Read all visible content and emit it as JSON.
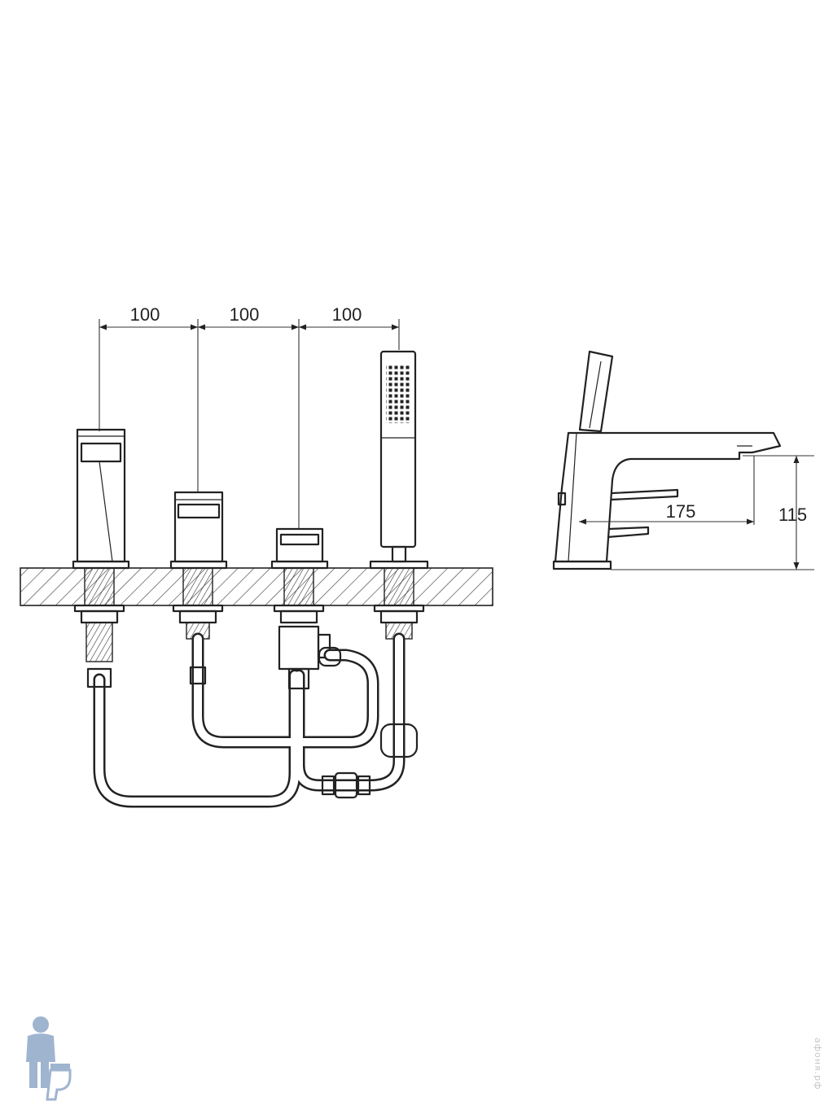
{
  "dimensions": {
    "spacing_1": "100",
    "spacing_2": "100",
    "spacing_3": "100",
    "spout_reach": "175",
    "spout_height": "115"
  },
  "watermark": {
    "text": "афоня.рф"
  },
  "colors": {
    "line": "#222222",
    "logo": "#9fb4cf",
    "watermark": "#c5c5c5"
  },
  "icons": [
    "plumber-logo-icon"
  ]
}
